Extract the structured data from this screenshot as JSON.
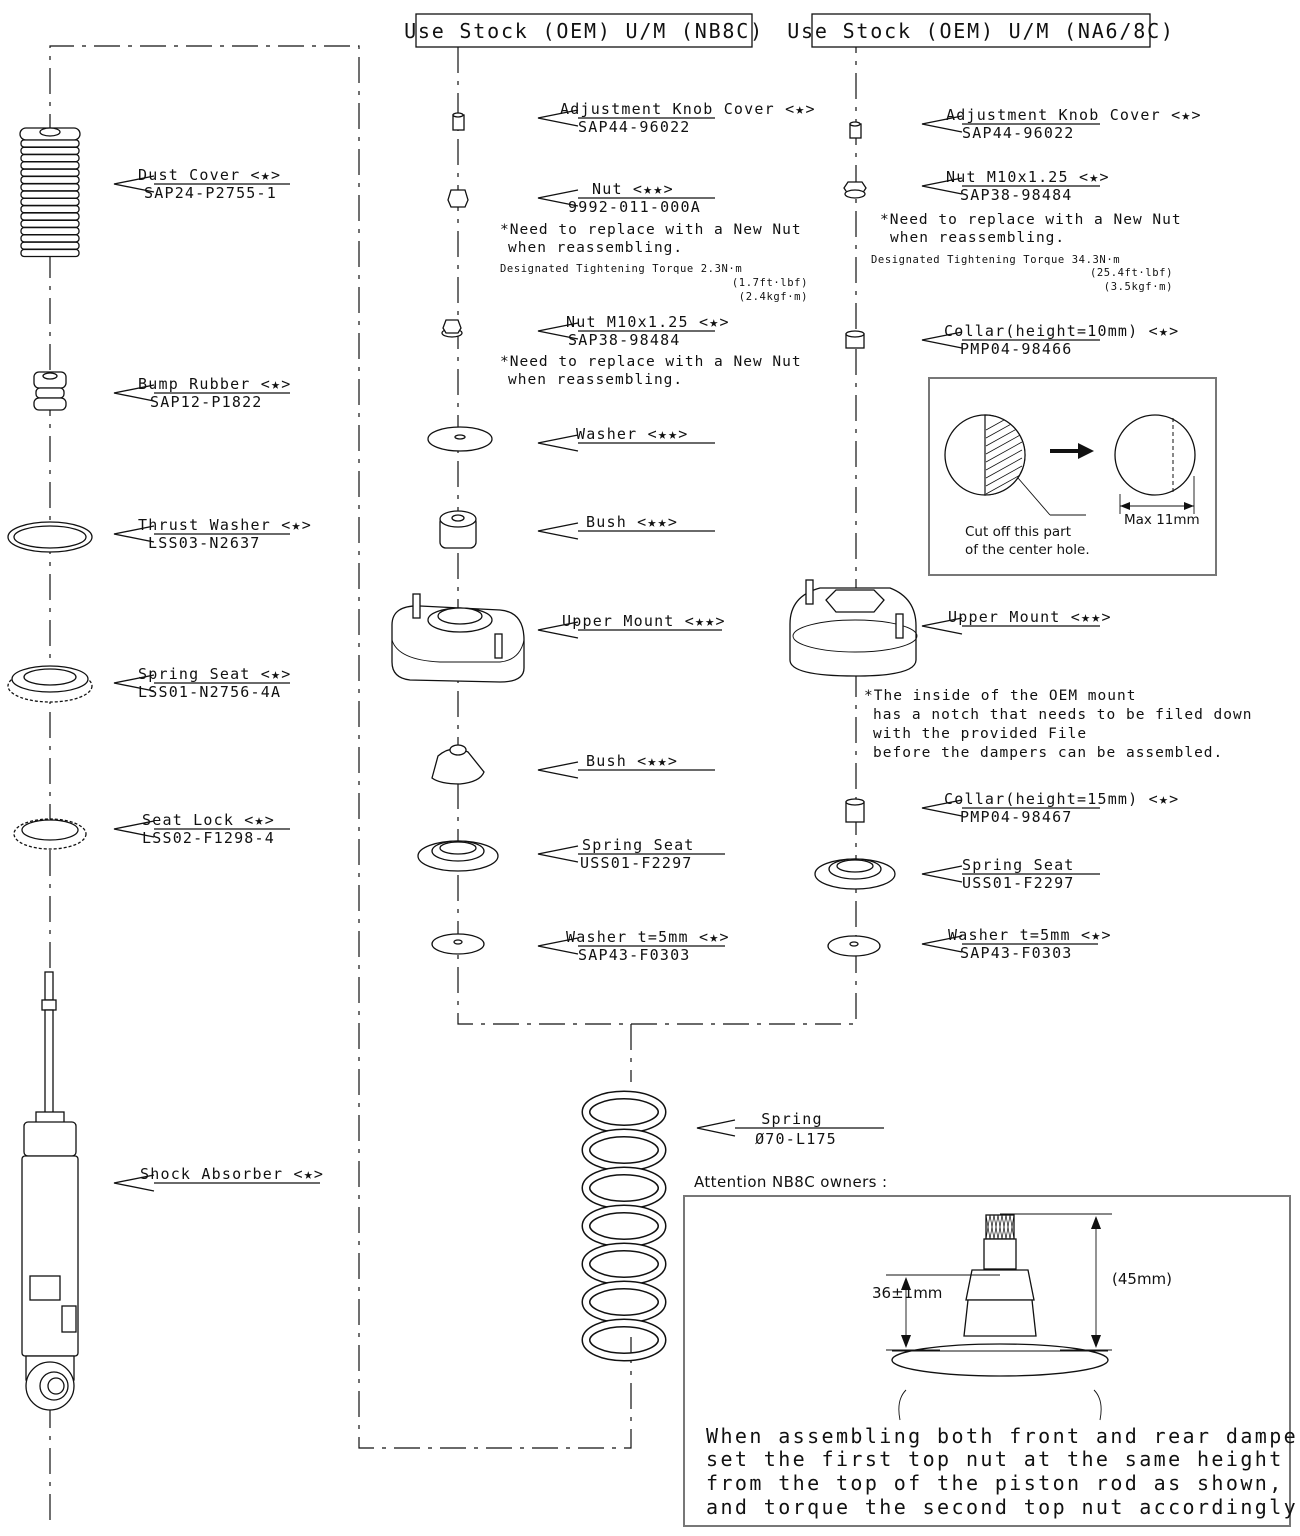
{
  "headers": {
    "nb8c": "Use Stock (OEM) U/M (NB8C)",
    "na68c": "Use Stock (OEM) U/M (NA6/8C)"
  },
  "left_column": [
    {
      "name": "Dust Cover <★>",
      "part": "SAP24-P2755-1"
    },
    {
      "name": "Bump Rubber <★>",
      "part": "SAP12-P1822"
    },
    {
      "name": "Thrust Washer <★>",
      "part": "LSS03-N2637"
    },
    {
      "name": "Spring Seat <★>",
      "part": "LSS01-N2756-4A"
    },
    {
      "name": "Seat Lock <★>",
      "part": "LSS02-F1298-4"
    },
    {
      "name": "Shock Absorber <★>",
      "part": ""
    }
  ],
  "nb8c_column": {
    "adj_knob": {
      "name": "Adjustment Knob Cover <★>",
      "part": "SAP44-96022"
    },
    "nut": {
      "name": "Nut <★★>",
      "part": "9992-011-000A"
    },
    "nut_note1": "*Need to replace with a New Nut",
    "nut_note2": "when reassembling.",
    "torque": "Designated Tightening Torque 2.3N·m",
    "torque_ft": "(1.7ft·lbf)",
    "torque_kgf": "(2.4kgf·m)",
    "nut2": {
      "name": "Nut M10x1.25 <★>",
      "part": "SAP38-98484"
    },
    "nut2_note1": "*Need to replace with a New Nut",
    "nut2_note2": "when reassembling.",
    "washer": "Washer <★★>",
    "bush1": "Bush <★★>",
    "upper_mount": "Upper Mount <★★>",
    "bush2": "Bush <★★>",
    "spring_seat": {
      "name": "Spring Seat",
      "part": "USS01-F2297"
    },
    "washer5": {
      "name": "Washer t=5mm <★>",
      "part": "SAP43-F0303"
    }
  },
  "na_column": {
    "adj_knob": {
      "name": "Adjustment Knob Cover <★>",
      "part": "SAP44-96022"
    },
    "nut": {
      "name": "Nut M10x1.25 <★>",
      "part": "SAP38-98484"
    },
    "nut_note1": "*Need to replace with a New Nut",
    "nut_note2": "when reassembling.",
    "torque": "Designated Tightening Torque 34.3N·m",
    "torque_ft": "(25.4ft·lbf)",
    "torque_kgf": "(3.5kgf·m)",
    "collar10": {
      "name": "Collar(height=10mm) <★>",
      "part": "PMP04-98466"
    },
    "upper_mount": "Upper Mount <★★>",
    "mount_note": [
      "*The inside of the OEM mount",
      "has a notch that needs to be filed down",
      "with the provided File",
      "before the dampers can be assembled."
    ],
    "collar15": {
      "name": "Collar(height=15mm) <★>",
      "part": "PMP04-98467"
    },
    "spring_seat": {
      "name": "Spring Seat",
      "part": "USS01-F2297"
    },
    "washer5": {
      "name": "Washer t=5mm <★>",
      "part": "SAP43-F0303"
    }
  },
  "cut_box": {
    "caption1": "Cut off this part",
    "caption2": "of the center hole.",
    "max": "Max 11mm"
  },
  "spring": {
    "name": "Spring",
    "part": "Ø70-L175"
  },
  "attention": {
    "title": "Attention NB8C owners :",
    "dim1": "36±1mm",
    "dim2": "(45mm)",
    "lines": [
      "When assembling both front and rear dampers",
      "set the first top nut at the same height",
      "from the top of the piston rod as shown,",
      "and torque the second top nut accordingly."
    ]
  }
}
